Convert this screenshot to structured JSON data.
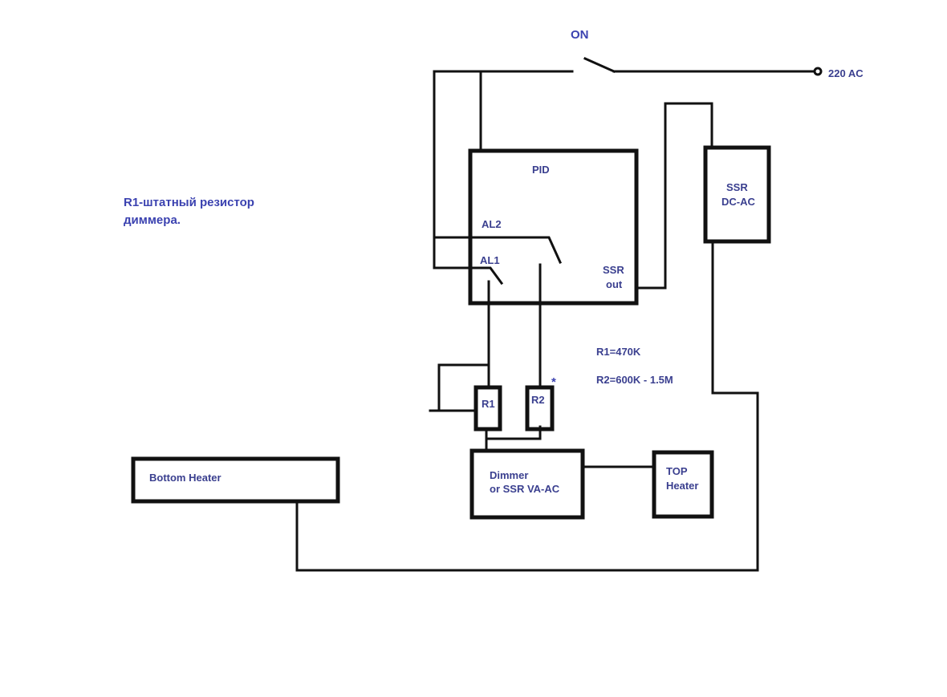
{
  "labels": {
    "on": "ON",
    "mains": "220 AC",
    "pid": "PID",
    "al2": "AL2",
    "al1": "AL1",
    "ssr_out_1": "SSR",
    "ssr_out_2": "out",
    "ssr_box_1": "SSR",
    "ssr_box_2": "DC-AC",
    "r1": "R1",
    "r2": "R2",
    "asterisk": "*",
    "r1_value": "R1=470K",
    "r2_value": "R2=600K - 1.5M",
    "dimmer_1": "Dimmer",
    "dimmer_2": "or SSR VA-AC",
    "top_heater_1": "TOP",
    "top_heater_2": "Heater",
    "bottom_heater": "Bottom Heater",
    "note_1": "R1-штатный резистор",
    "note_2": "диммера."
  },
  "colors": {
    "text": "#3a3f8f",
    "wire": "#111111"
  }
}
